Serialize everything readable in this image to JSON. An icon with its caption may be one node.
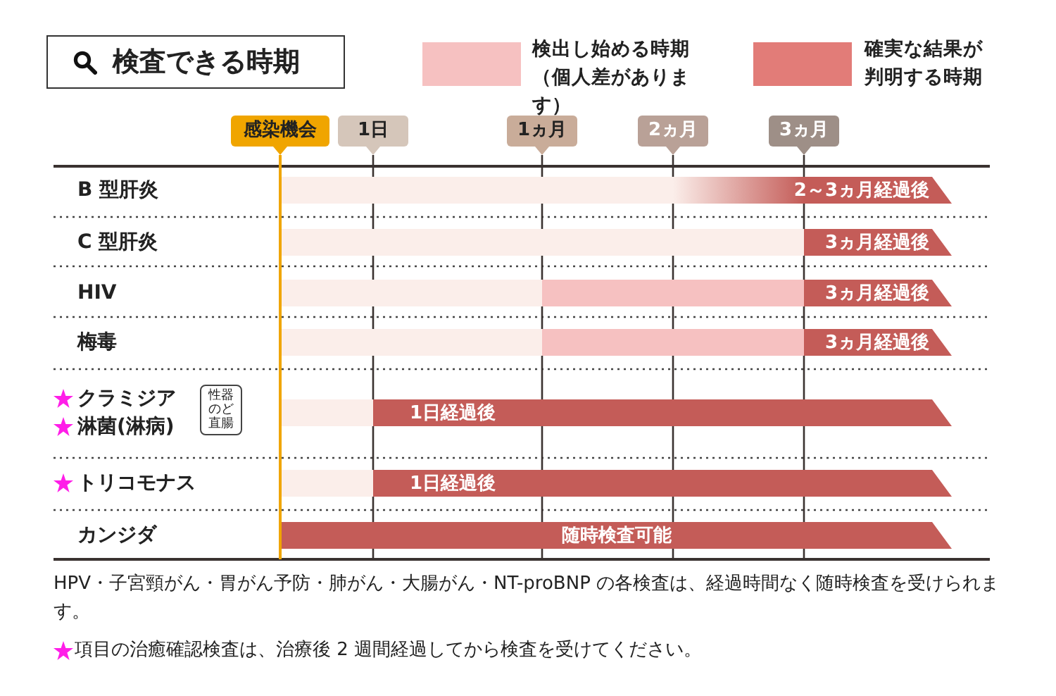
{
  "diagram": {
    "title": "検査できる時期",
    "nodes": [
      {
        "text": [
          "性器のど直腸"
        ]
      }
    ],
    "labels": [
      "感染機会",
      "1日",
      "1ヵ月",
      "2ヵ月",
      "3ヵ月",
      "B 型肝炎",
      "2～3ヵ月経過後",
      "C 型肝炎",
      "3ヵ月経過後",
      "HIV",
      "3ヵ月経過後",
      "梅毒",
      "3ヵ月経過後",
      "クラミジア",
      "淋菌(淋病)",
      "1日経過後",
      "トリコモナス",
      "1日経過後",
      "カンジダ",
      "随時検査可能",
      "HPV・子宮頸がん・胃がん予防・肺がん・大腸がん・NT-proBNP の各検査は、経過時間なく随時検査を受けられます。",
      "項目の治癒確認検査は、治療後 2 週間経過してから検査を受けてください。"
    ],
    "legend": [
      {
        "text": "検出し始める時期（個人差があります）",
        "color": "#f6c1c1"
      },
      {
        "text": "確実な結果が判明する時期",
        "color": "#e27c78"
      }
    ]
  }
}
